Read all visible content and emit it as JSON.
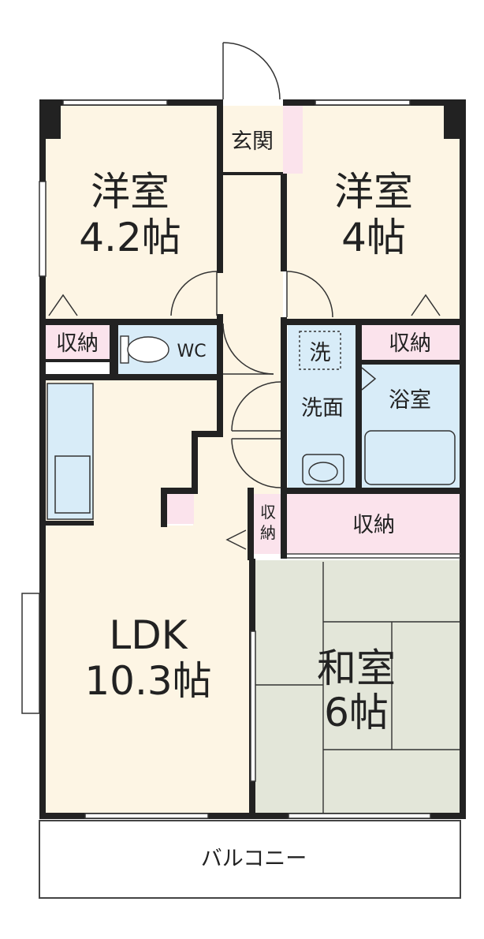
{
  "rooms": {
    "western_room_left": {
      "name": "洋室",
      "size": "4.2帖"
    },
    "western_room_right": {
      "name": "洋室",
      "size": "4帖"
    },
    "ldk": {
      "name": "LDK",
      "size": "10.3帖"
    },
    "japanese_room": {
      "name": "和室",
      "size": "6帖"
    },
    "entrance": {
      "name": "玄関"
    },
    "storage_left": {
      "name": "収納"
    },
    "storage_right": {
      "name": "収納"
    },
    "storage_middle": {
      "name": "収納"
    },
    "storage_narrow": {
      "name": "収\n納"
    },
    "toilet": {
      "name": "WC"
    },
    "washroom": {
      "name": "洗面"
    },
    "washer": {
      "name": "洗"
    },
    "bathroom": {
      "name": "浴室"
    },
    "balcony": {
      "name": "バルコニー"
    }
  },
  "colors": {
    "western_floor": "#fdf5e4",
    "ldk_floor": "#fdf5e4",
    "tatami": "#e3e6d9",
    "storage": "#fbe3ec",
    "wet_area": "#d8ecf8",
    "wall": "#222222",
    "balcony": "#ffffff"
  }
}
